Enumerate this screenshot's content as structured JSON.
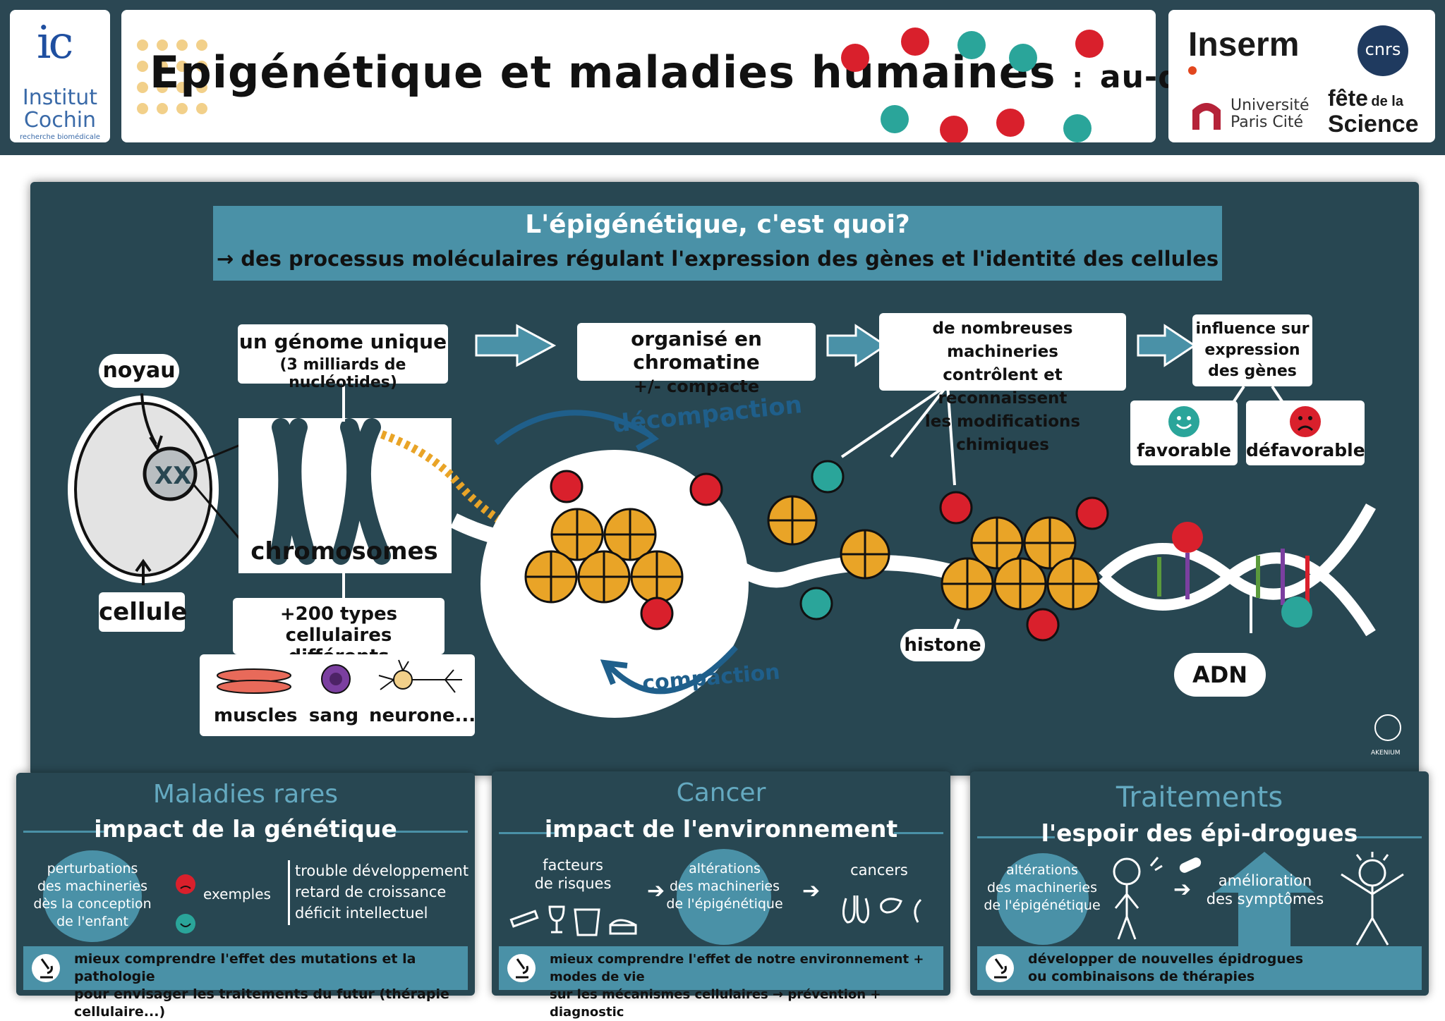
{
  "header": {
    "institute_logo_text": "ic",
    "institute_name_line1": "Institut",
    "institute_name_line2": "Cochin",
    "institute_tagline": "recherche biomédicale",
    "title_main": "Epigénétique et maladies humaines",
    "title_colon": ":",
    "title_sub": "au-delà des gènes",
    "partner_inserm": "Inserm",
    "partner_cnrs": "cnrs",
    "partner_university_line1": "Université",
    "partner_university_line2": "Paris Cité",
    "partner_fete_line1": "fête",
    "partner_fete_de": "de la",
    "partner_fete_line2": "Science"
  },
  "intro": {
    "question": "L'épigénétique, c'est quoi?",
    "answer": "→ des processus moléculaires régulant l'expression des gènes et l'identité des cellules"
  },
  "diagram": {
    "noyau": "noyau",
    "cellule": "cellule",
    "genome_line1": "un génome unique",
    "genome_line2": "(3 milliards de nucléotides)",
    "chromosomes": "chromosomes",
    "cell_types_line1": "+200 types cellulaires",
    "cell_types_line2": "différents possibles!",
    "cell_muscles": "muscles",
    "cell_sang": "sang",
    "cell_neurone": "neurone...",
    "chromatin_line1": "organisé en chromatine",
    "chromatin_line2": "+/- compacte",
    "decompaction": "décompaction",
    "compaction": "compaction",
    "machineries_line1": "de nombreuses machineries",
    "machineries_line2": "contrôlent et reconnaissent",
    "machineries_line3": "les modifications chimiques",
    "influence_line1": "influence sur",
    "influence_line2": "expression",
    "influence_line3": "des gènes",
    "favorable": "favorable",
    "defavorable": "défavorable",
    "histone": "histone",
    "adn": "ADN",
    "artist_signature": "AKENIUM"
  },
  "panels": [
    {
      "title": "Maladies rares",
      "subtitle": "impact de la génétique",
      "blob_text": "perturbations\ndes machineries\ndès la conception\nde l'enfant",
      "exemples": "exemples",
      "list": "trouble développement\nretard de croissance\ndéficit intellectuel",
      "footer": "mieux comprendre l'effet des mutations et la pathologie\npour envisager les traitements du futur (thérapie cellulaire...)"
    },
    {
      "title": "Cancer",
      "subtitle": "impact de l'environnement",
      "left_text": "facteurs\nde risques",
      "blob_text": "altérations\ndes machineries\nde l'épigénétique",
      "right_text": "cancers",
      "footer": "mieux comprendre l'effet de notre environnement + modes de vie\nsur les mécanismes cellulaires → prévention + diagnostic"
    },
    {
      "title": "Traitements",
      "subtitle": "l'espoir des épi-drogues",
      "blob_text": "altérations\ndes machineries\nde l'épigénétique",
      "right_text": "amélioration\ndes symptômes",
      "footer": "développer de nouvelles épidrogues\nou combinaisons de thérapies"
    }
  ],
  "colors": {
    "background_dark": "#284752",
    "accent_teal_blue": "#4a91a7",
    "histone_orange": "#e9a427",
    "mark_red": "#d9202c",
    "mark_teal": "#2aa59a"
  }
}
